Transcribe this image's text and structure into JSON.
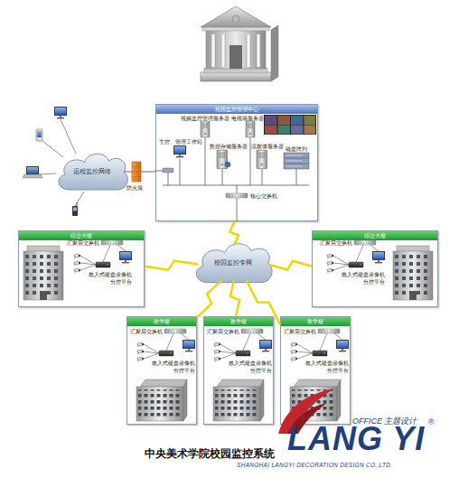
{
  "diagram": {
    "caption": "中央美术学院校园监控系统",
    "nodes": [
      {
        "text": [
          "校园监控管理中心"
        ]
      },
      {
        "text": [
          "远程监控网络"
        ]
      },
      {
        "text": [
          "校园监控专网"
        ]
      },
      {
        "text": [
          "综合大楼"
        ]
      },
      {
        "text": [
          "综合大楼"
        ]
      },
      {
        "text": [
          "教学楼"
        ]
      },
      {
        "text": [
          "教学楼"
        ]
      },
      {
        "text": [
          "教学楼"
        ]
      }
    ],
    "edges": [
      {
        "from": 1,
        "to": 0,
        "arrow": "none"
      },
      {
        "from": 2,
        "to": 0,
        "arrow": "none"
      },
      {
        "from": 2,
        "to": 3,
        "arrow": "none"
      },
      {
        "from": 2,
        "to": 4,
        "arrow": "none"
      },
      {
        "from": 2,
        "to": 5,
        "arrow": "none"
      },
      {
        "from": 2,
        "to": 6,
        "arrow": "none"
      },
      {
        "from": 2,
        "to": 7,
        "arrow": "none"
      }
    ],
    "labels": [
      "视频监控管理服务器",
      "电视墙服务器",
      "主控、管理工作站",
      "数据存储服务器",
      "流媒体服务器",
      "磁盘阵列",
      "核心交换机",
      "防火墙",
      "汇聚层交换机",
      "嵌入式硬盘录像机",
      "分控平台",
      "汇聚层交换机",
      "嵌入式硬盘录像机",
      "分控平台",
      "汇聚层交换机",
      "嵌入式硬盘录像机",
      "分控平台",
      "汇聚层交换机",
      "嵌入式硬盘录像机",
      "分控平台",
      "汇聚层交换机",
      "嵌入式硬盘录像机",
      "分控平台",
      "OFFICE 主题设计",
      "®",
      "LANG YI",
      "SHANGHAI LANGYI DECORATION DESIGN CO.,LTD."
    ]
  }
}
